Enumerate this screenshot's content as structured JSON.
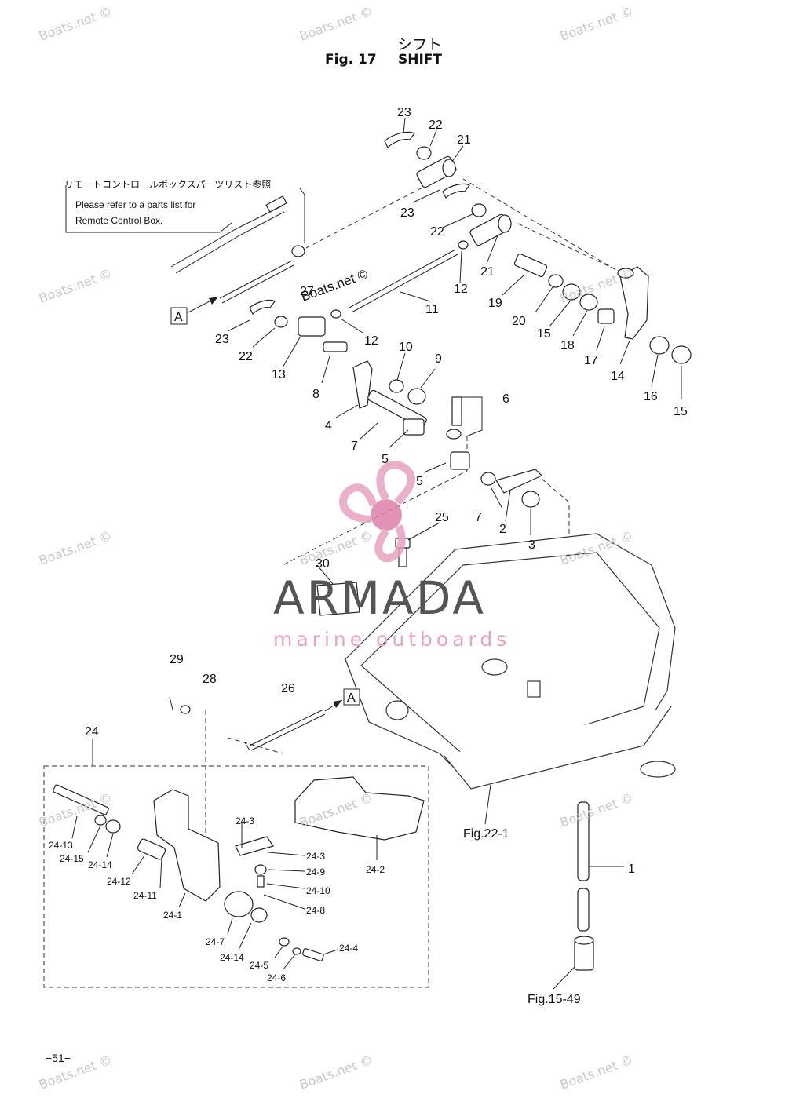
{
  "header": {
    "title_jp": "シフト",
    "fig_label": "Fig. 17",
    "title_en": "SHIFT"
  },
  "note": {
    "jp": "リモートコントロールボックスパーツリスト参照",
    "en_line1": "Please refer to a parts list for",
    "en_line2": "Remote Control Box."
  },
  "parts": {
    "p23a": "23",
    "p22a": "22",
    "p21a": "21",
    "p23b": "23",
    "p22b": "22",
    "p21b": "21",
    "p12a": "12",
    "p27": "27",
    "p11": "11",
    "p19": "19",
    "p20": "20",
    "p15a": "15",
    "p18": "18",
    "p17": "17",
    "p14": "14",
    "p16": "16",
    "p15b": "15",
    "p23c": "23",
    "p22c": "22",
    "p13": "13",
    "p12b": "12",
    "p10": "10",
    "p9": "9",
    "p8": "8",
    "p6": "6",
    "p4": "4",
    "p7a": "7",
    "p5a": "5",
    "p5b": "5",
    "p7b": "7",
    "p2": "2",
    "p3": "3",
    "p25": "25",
    "p30": "30",
    "p29": "29",
    "p28": "28",
    "p26": "26",
    "p24": "24",
    "p1": "1"
  },
  "subparts": {
    "s24_13": "24-13",
    "s24_15": "24-15",
    "s24_14a": "24-14",
    "s24_12": "24-12",
    "s24_11": "24-11",
    "s24_1": "24-1",
    "s24_3a": "24-3",
    "s24_3b": "24-3",
    "s24_9": "24-9",
    "s24_10": "24-10",
    "s24_8": "24-8",
    "s24_2": "24-2",
    "s24_7": "24-7",
    "s24_14b": "24-14",
    "s24_5": "24-5",
    "s24_6": "24-6",
    "s24_4": "24-4"
  },
  "refs": {
    "marker_a1": "A",
    "marker_a2": "A",
    "fig22": "Fig.22-1",
    "fig15": "Fig.15-49"
  },
  "watermark": {
    "brand": "ARMADA",
    "tagline": "marine outboards",
    "site": "Boats.net ©"
  },
  "footer": {
    "page_number": "−51−"
  },
  "colors": {
    "logo_pink": "#e8a3c0",
    "logo_pink_dark": "#de7fa8",
    "logo_gray": "#555555",
    "watermark": "#c9c9c9"
  }
}
